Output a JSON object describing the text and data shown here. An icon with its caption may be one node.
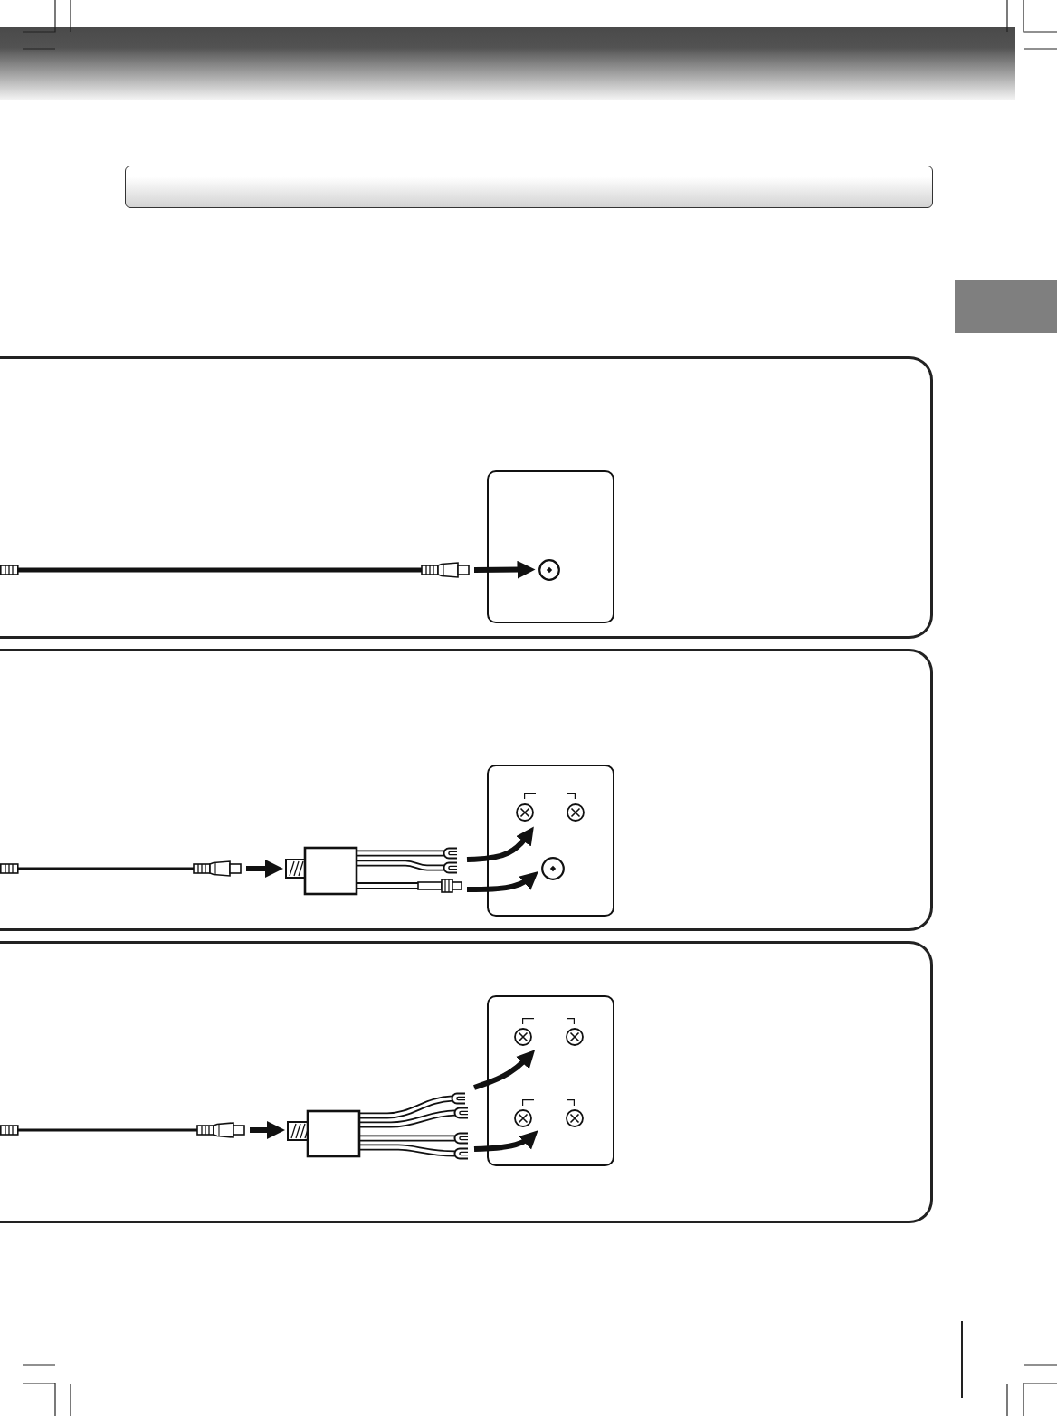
{
  "diagram": {
    "nodes": [
      {
        "text": [],
        "shape": "box"
      },
      {
        "text": [],
        "shape": "box"
      },
      {
        "text": [],
        "shape": "box"
      },
      {
        "text": [],
        "shape": "picture",
        "in": 2
      },
      {
        "text": [],
        "shape": "box",
        "in": 2
      },
      {
        "text": [],
        "shape": "circle",
        "in": 4
      },
      {
        "text": [],
        "shape": "box"
      },
      {
        "text": [],
        "shape": "picture",
        "in": 6
      },
      {
        "text": [],
        "shape": "picture",
        "in": 6
      },
      {
        "text": [],
        "shape": "box",
        "in": 6
      },
      {
        "text": [],
        "shape": "circle",
        "in": 9
      },
      {
        "text": [],
        "shape": "circle",
        "in": 9
      },
      {
        "text": [],
        "shape": "circle",
        "in": 9
      },
      {
        "text": [],
        "shape": "box"
      },
      {
        "text": [],
        "shape": "picture",
        "in": 13
      },
      {
        "text": [],
        "shape": "picture",
        "in": 13
      },
      {
        "text": [],
        "shape": "box",
        "in": 13
      },
      {
        "text": [],
        "shape": "circle",
        "in": 16
      },
      {
        "text": [],
        "shape": "circle",
        "in": 16
      },
      {
        "text": [],
        "shape": "circle",
        "in": 16
      },
      {
        "text": [],
        "shape": "circle",
        "in": 16
      }
    ],
    "edges": [
      {
        "from": 3,
        "to": 5,
        "arrow": "to"
      },
      {
        "from": 7,
        "to": 8,
        "arrow": "to"
      },
      {
        "from": 8,
        "to": 10,
        "arrow": "to"
      },
      {
        "from": 8,
        "to": 12,
        "arrow": "to"
      },
      {
        "from": 14,
        "to": 15,
        "arrow": "to"
      },
      {
        "from": 15,
        "to": 17,
        "arrow": "to"
      },
      {
        "from": 15,
        "to": 19,
        "arrow": "to"
      }
    ]
  }
}
